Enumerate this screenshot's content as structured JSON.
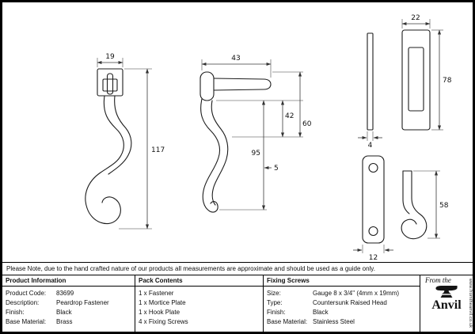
{
  "note": "Please Note, due to the hand crafted nature of our products all measurements are approximate and should be used as a guide only.",
  "drawings": {
    "front_view": {
      "width": "19",
      "height": "117"
    },
    "side_view": {
      "width": "43",
      "upper": "42",
      "total_drop": "60",
      "handle_height": "95",
      "tip": "5"
    },
    "mortice_plate": {
      "width": "22",
      "height": "78",
      "thickness": "4"
    },
    "hook_plate": {
      "width": "12",
      "hook_height": "58"
    }
  },
  "table": {
    "product_info": {
      "header": "Product Information",
      "rows": [
        {
          "label": "Product Code:",
          "value": "83699"
        },
        {
          "label": "Description:",
          "value": "Peardrop Fastener"
        },
        {
          "label": "Finish:",
          "value": "Black"
        },
        {
          "label": "Base Material:",
          "value": "Brass"
        }
      ]
    },
    "pack_contents": {
      "header": "Pack Contents",
      "items": [
        "1 x Fastener",
        "1 x Mortice Plate",
        "1 x Hook Plate",
        "4 x Fixing Screws"
      ]
    },
    "fixing_screws": {
      "header": "Fixing Screws",
      "rows": [
        {
          "label": "Size:",
          "value": "Gauge 8 x 3/4\" (4mm x 19mm)"
        },
        {
          "label": "Type:",
          "value": "Countersunk Raised Head"
        },
        {
          "label": "Finish:",
          "value": "Black"
        },
        {
          "label": "Base Material:",
          "value": "Stainless Steel"
        }
      ]
    }
  },
  "logo": {
    "tagline": "From the",
    "name": "Anvil",
    "website": "www.fromtheanvil.co.uk"
  }
}
